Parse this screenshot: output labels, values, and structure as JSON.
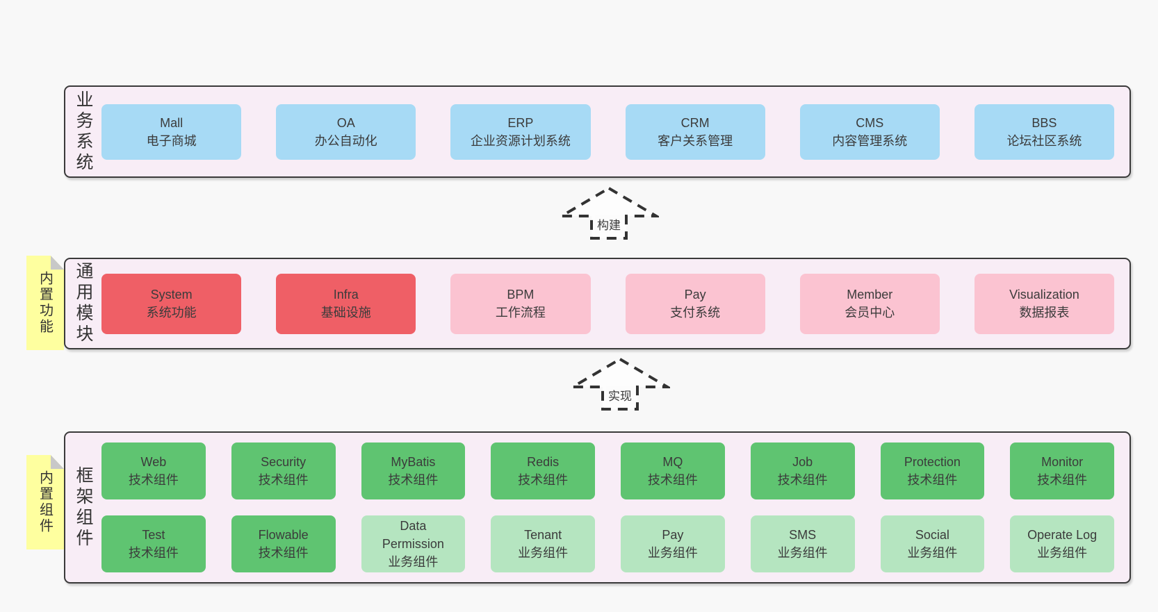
{
  "layers": [
    {
      "id": "business",
      "side_label": "业务系统",
      "items": [
        {
          "name": "Mall",
          "subtitle": "电子商城",
          "variant": "blue"
        },
        {
          "name": "OA",
          "subtitle": "办公自动化",
          "variant": "blue"
        },
        {
          "name": "ERP",
          "subtitle": "企业资源计划系统",
          "variant": "blue"
        },
        {
          "name": "CRM",
          "subtitle": "客户关系管理",
          "variant": "blue"
        },
        {
          "name": "CMS",
          "subtitle": "内容管理系统",
          "variant": "blue"
        },
        {
          "name": "BBS",
          "subtitle": "论坛社区系统",
          "variant": "blue"
        }
      ]
    },
    {
      "id": "modules",
      "side_label": "通用模块",
      "sticky_note": "内置功能",
      "items": [
        {
          "name": "System",
          "subtitle": "系统功能",
          "variant": "red"
        },
        {
          "name": "Infra",
          "subtitle": "基础设施",
          "variant": "red"
        },
        {
          "name": "BPM",
          "subtitle": "工作流程",
          "variant": "pink"
        },
        {
          "name": "Pay",
          "subtitle": "支付系统",
          "variant": "pink"
        },
        {
          "name": "Member",
          "subtitle": "会员中心",
          "variant": "pink"
        },
        {
          "name": "Visualization",
          "subtitle": "数据报表",
          "variant": "pink"
        }
      ]
    },
    {
      "id": "framework",
      "side_label": "框架组件",
      "sticky_note": "内置组件",
      "rows": [
        [
          {
            "name": "Web",
            "subtitle": "技术组件",
            "variant": "green"
          },
          {
            "name": "Security",
            "subtitle": "技术组件",
            "variant": "green"
          },
          {
            "name": "MyBatis",
            "subtitle": "技术组件",
            "variant": "green"
          },
          {
            "name": "Redis",
            "subtitle": "技术组件",
            "variant": "green"
          },
          {
            "name": "MQ",
            "subtitle": "技术组件",
            "variant": "green"
          },
          {
            "name": "Job",
            "subtitle": "技术组件",
            "variant": "green"
          },
          {
            "name": "Protection",
            "subtitle": "技术组件",
            "variant": "green"
          },
          {
            "name": "Monitor",
            "subtitle": "技术组件",
            "variant": "green"
          }
        ],
        [
          {
            "name": "Test",
            "subtitle": "技术组件",
            "variant": "green"
          },
          {
            "name": "Flowable",
            "subtitle": "技术组件",
            "variant": "green"
          },
          {
            "name": "Data Permission",
            "subtitle": "业务组件",
            "variant": "lightgreen"
          },
          {
            "name": "Tenant",
            "subtitle": "业务组件",
            "variant": "lightgreen"
          },
          {
            "name": "Pay",
            "subtitle": "业务组件",
            "variant": "lightgreen"
          },
          {
            "name": "SMS",
            "subtitle": "业务组件",
            "variant": "lightgreen"
          },
          {
            "name": "Social",
            "subtitle": "业务组件",
            "variant": "lightgreen"
          },
          {
            "name": "Operate Log",
            "subtitle": "业务组件",
            "variant": "lightgreen"
          }
        ]
      ]
    }
  ],
  "arrows": [
    {
      "label": "构建"
    },
    {
      "label": "实现"
    }
  ],
  "colors": {
    "page_background": "#f8f8f8",
    "layer_background": "#f8edf6",
    "layer_border": "#3a3a3a",
    "box_blue": "#a7daf5",
    "box_red": "#ef5f66",
    "box_pink": "#fbc3d1",
    "box_green": "#5fc471",
    "box_lightgreen": "#b5e5c0",
    "sticky_yellow": "#feff9f",
    "sticky_fold_gray": "#c8c8c8",
    "text": "#3b3b3b"
  }
}
